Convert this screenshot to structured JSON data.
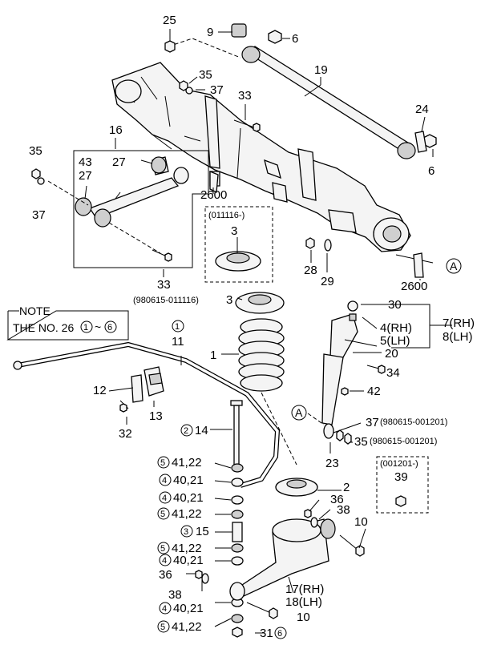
{
  "note": {
    "title": "NOTE",
    "text": "THE NO. 26",
    "range_from": "1",
    "range_sep": "~",
    "range_to": "6"
  },
  "labels": {
    "p25": "25",
    "p9": "9",
    "p6a": "6",
    "p19": "19",
    "p35a": "35",
    "p37a": "37",
    "p33a": "33",
    "p24": "24",
    "p6b": "6",
    "p16": "16",
    "p35b": "35",
    "p43": "43",
    "p27a": "27",
    "p27b": "27",
    "p37b": "37",
    "p2600a": "2600",
    "p011116": "(011116-)",
    "p3a": "3",
    "p33b": "33",
    "p28": "28",
    "p29": "29",
    "p2600b": "2600",
    "pA1": "A",
    "p980615_011116": "(980615-011116)",
    "p3b": "3",
    "p30": "30",
    "p4rh": "4(RH)",
    "p5lh": "5(LH)",
    "p7rh": "7(RH)",
    "p8lh": "8(LH)",
    "p1": "1",
    "p20": "20",
    "p11circle": "1",
    "p11": "11",
    "p34": "34",
    "p12": "12",
    "p13": "13",
    "p42": "42",
    "p32": "32",
    "pA2": "A",
    "p37c": "37",
    "p37c_code": "(980615-001201)",
    "p2_14": "2",
    "p14": "14",
    "p35c": "35",
    "p35c_code": "(980615-001201)",
    "p23": "23",
    "p001201": "(001201-)",
    "p39": "39",
    "c5a": "5",
    "t4122a": "41,22",
    "c4a": "4",
    "t4021a": "40,21",
    "p2": "2",
    "c4b": "4",
    "t4021b": "40,21",
    "p36a": "36",
    "p38a": "38",
    "c5b": "5",
    "t4122b": "41,22",
    "p10a": "10",
    "c3": "3",
    "p15": "15",
    "c5c": "5",
    "t4122c": "41,22",
    "c4c": "4",
    "t4021c": "40,21",
    "p36b": "36",
    "p17rh": "17(RH)",
    "p18lh": "18(LH)",
    "p38b": "38",
    "c4d": "4",
    "t4021d": "40,21",
    "p10b": "10",
    "c5d": "5",
    "t4122d": "41,22",
    "p31": "31",
    "c6": "6"
  }
}
